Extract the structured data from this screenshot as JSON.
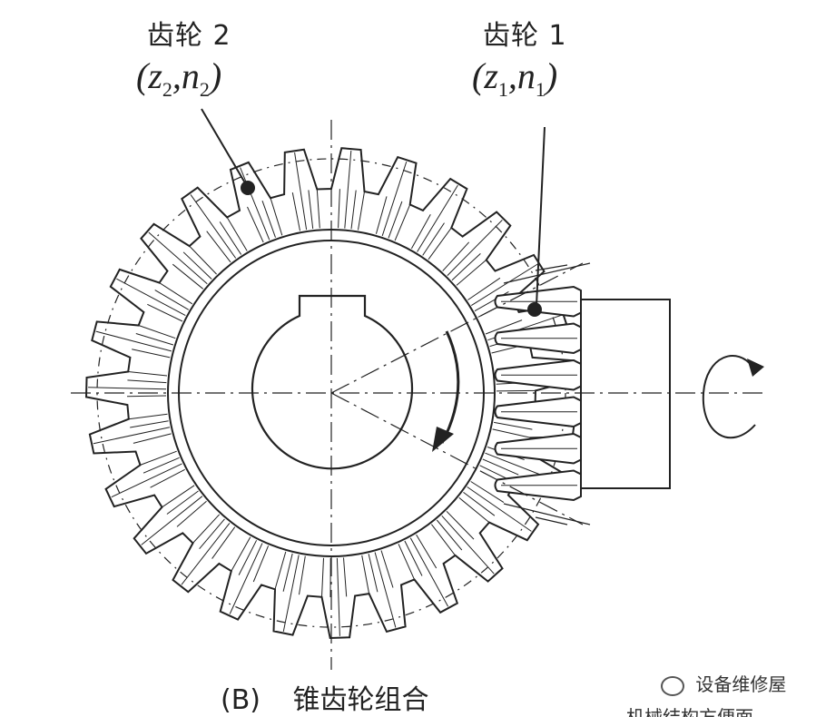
{
  "labels": {
    "gear2_name": "齿轮 2",
    "gear2_param": {
      "z": "z",
      "z_sub": "2",
      "n": "n",
      "n_sub": "2"
    },
    "gear1_name": "齿轮 1",
    "gear1_param": {
      "z": "z",
      "z_sub": "1",
      "n": "n",
      "n_sub": "1"
    }
  },
  "caption": {
    "tag": "(B)",
    "text": "锥齿轮组合"
  },
  "watermark": {
    "line1": "设备维修屋",
    "line2": "机械结构方便面"
  },
  "diagram": {
    "gear2_tooth_count": 27,
    "gear1_visible_teeth": 6,
    "colors": {
      "stroke": "#222222",
      "background": "#ffffff"
    }
  }
}
